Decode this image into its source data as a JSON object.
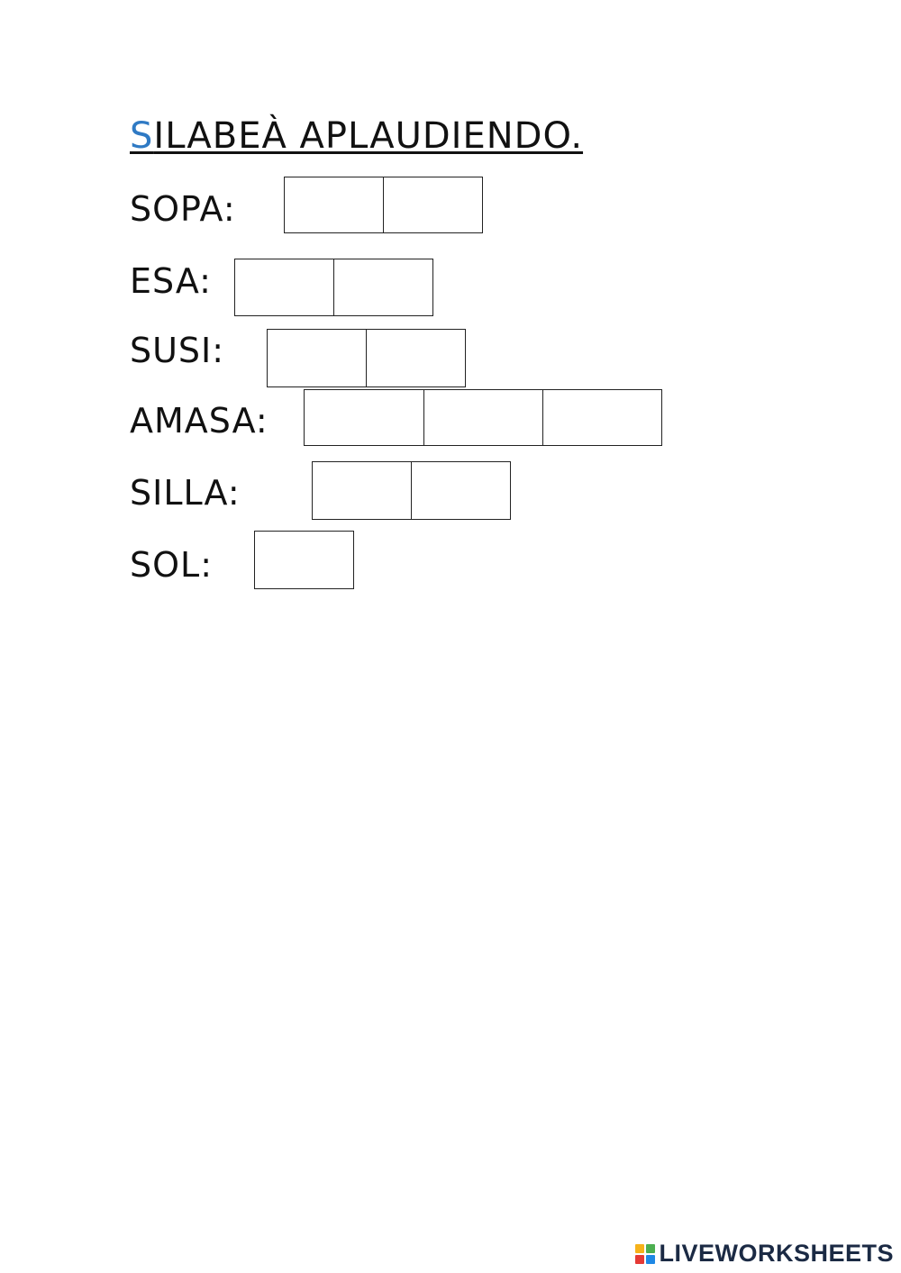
{
  "title": {
    "first_letter": "S",
    "rest": "ILABEÀ APLAUDIENDO.",
    "first_letter_color": "#2f7ac4"
  },
  "rows": [
    {
      "label": "SOPA:",
      "syllable_boxes": 2
    },
    {
      "label": "ESA:",
      "syllable_boxes": 2
    },
    {
      "label": "SUSI:",
      "syllable_boxes": 2
    },
    {
      "label": "AMASA:",
      "syllable_boxes": 3
    },
    {
      "label": "SILLA:",
      "syllable_boxes": 2
    },
    {
      "label": "SOL:",
      "syllable_boxes": 1
    }
  ],
  "footer": {
    "brand": "LIVEWORKSHEETS",
    "logo_colors": [
      "#f6b21a",
      "#4caf50",
      "#e53935",
      "#1e88e5"
    ]
  }
}
